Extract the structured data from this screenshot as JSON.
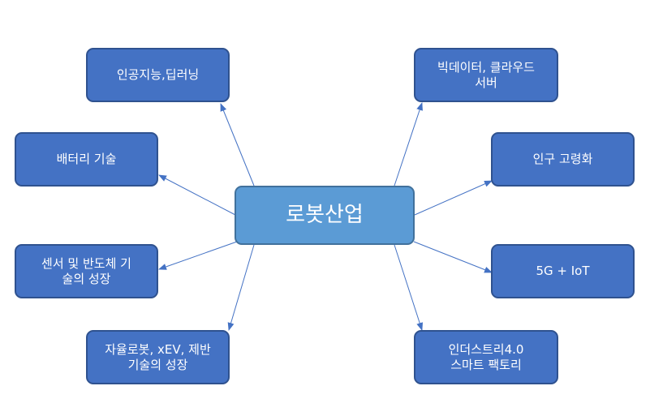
{
  "diagram": {
    "center": {
      "label": "로봇산업"
    },
    "nodes": [
      {
        "id": "ai",
        "label": "인공지능,딥러닝"
      },
      {
        "id": "battery",
        "label": "배터리 기술"
      },
      {
        "id": "sensor",
        "label": "센서 및 반도체 기\n술의 성장"
      },
      {
        "id": "autonomous",
        "label": "자율로봇, xEV, 제반\n기술의 성장"
      },
      {
        "id": "bigdata",
        "label": "빅데이터, 클라우드\n서버"
      },
      {
        "id": "aging",
        "label": "인구 고령화"
      },
      {
        "id": "5g",
        "label": "5G + IoT"
      },
      {
        "id": "industry",
        "label": "인더스트리4.0\n스마트 팩토리"
      }
    ],
    "colors": {
      "leaf_fill": "#4472c4",
      "leaf_border": "#2f528f",
      "center_fill": "#5b9bd5",
      "center_border": "#41719c",
      "arrow": "#4472c4"
    }
  }
}
